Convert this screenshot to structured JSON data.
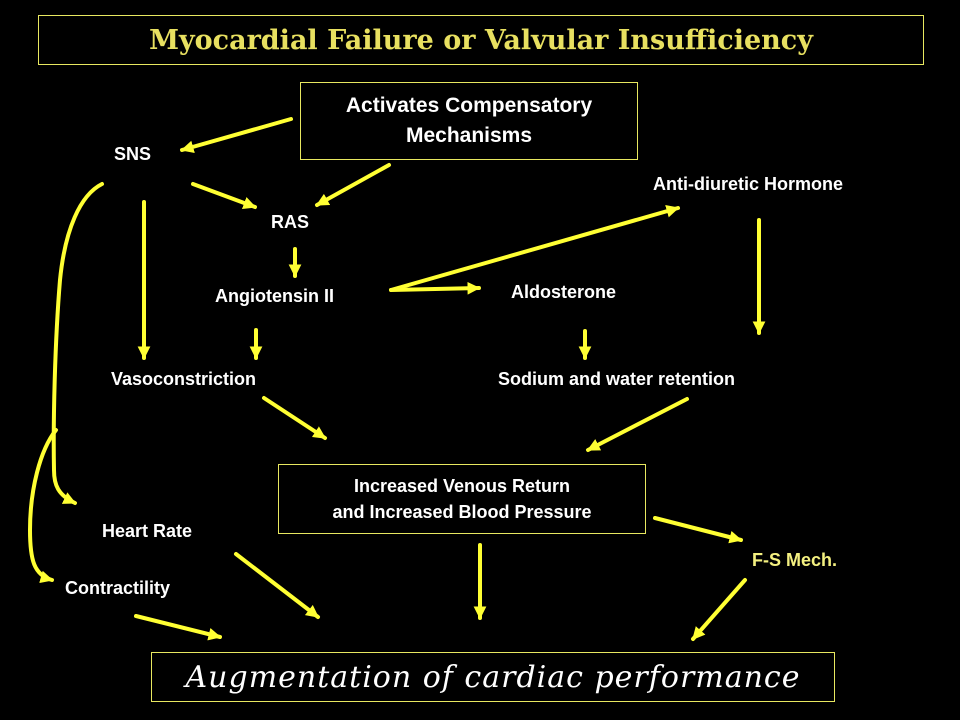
{
  "title": "Myocardial Failure or Valvular Insufficiency",
  "compensatory": {
    "line1": "Activates Compensatory",
    "line2": "Mechanisms"
  },
  "nodes": {
    "sns": "SNS",
    "ras": "RAS",
    "angiotensin": "Angiotensin II",
    "adh": "Anti-diuretic Hormone",
    "aldosterone": "Aldosterone",
    "vasoconstriction": "Vasoconstriction",
    "sodium_water": "Sodium and water retention",
    "heart_rate": "Heart Rate",
    "contractility": "Contractility",
    "fs_mech": "F-S Mech."
  },
  "venous": {
    "line1": "Increased Venous Return",
    "line2": "and Increased Blood Pressure"
  },
  "result": "Augmentation of cardiac performance",
  "colors": {
    "background": "#000000",
    "arrow": "#ffff33",
    "title": "#e8e060",
    "text": "#ffffff"
  }
}
